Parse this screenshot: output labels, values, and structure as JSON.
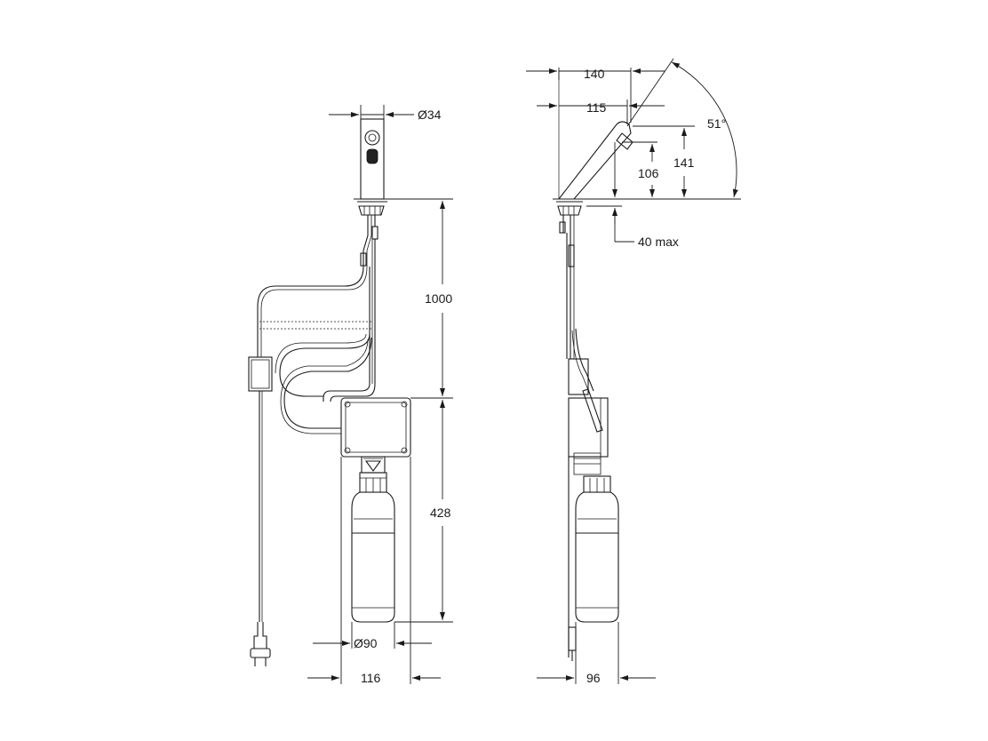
{
  "front_view": {
    "dim_spout_diameter": "Ø34",
    "dim_height_upper": "1000",
    "dim_height_lower": "428",
    "dim_bottle_diameter": "Ø90",
    "dim_width": "116"
  },
  "side_view": {
    "dim_reach_140": "140",
    "dim_reach_115": "115",
    "dim_angle": "51°",
    "dim_height_141": "141",
    "dim_height_106": "106",
    "dim_deck_thickness": "40 max",
    "dim_depth": "96"
  }
}
